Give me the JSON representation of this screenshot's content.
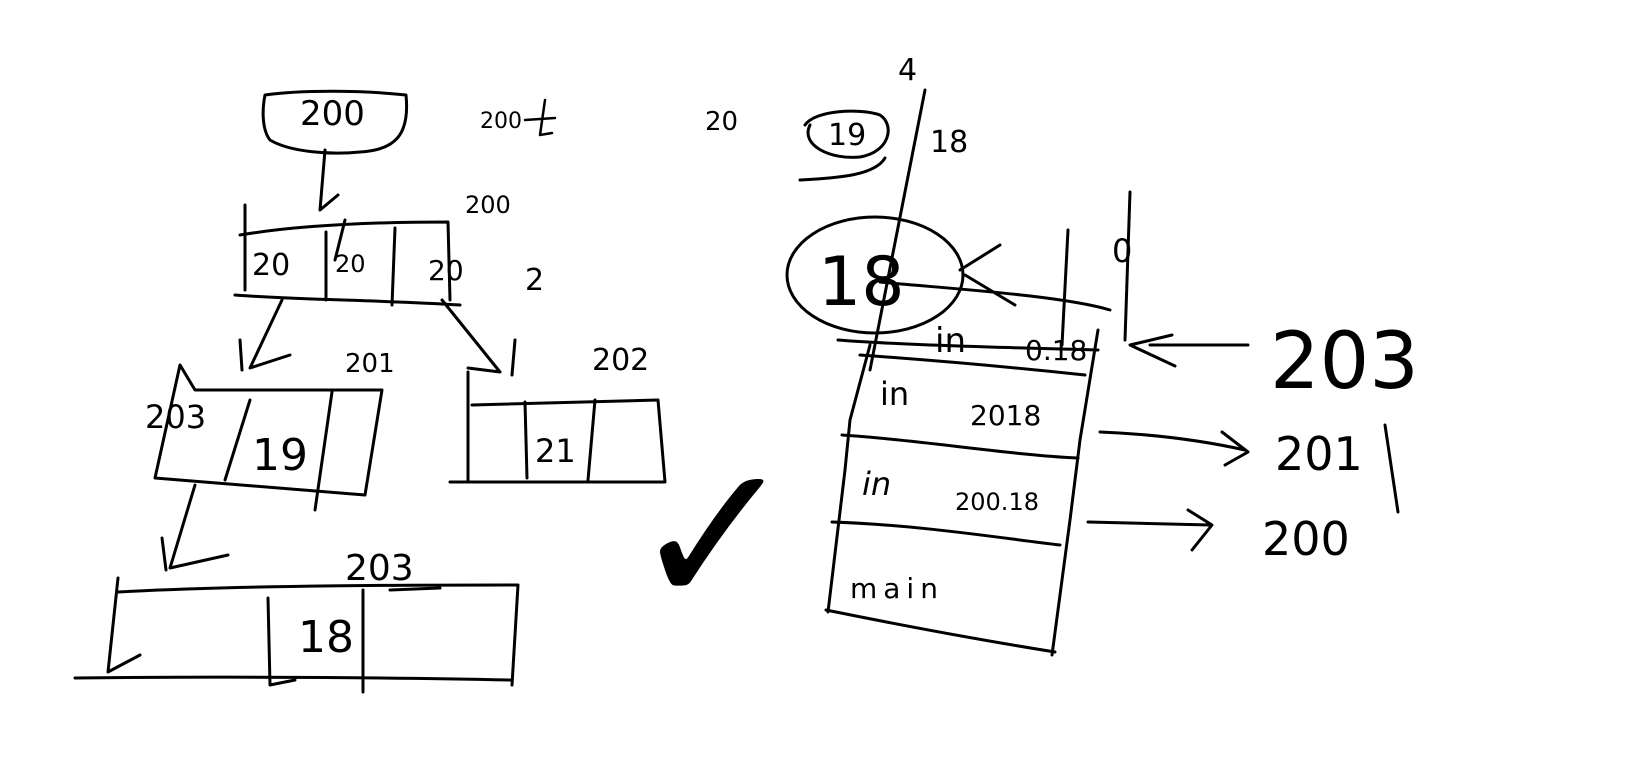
{
  "tree": {
    "root_node": "200",
    "root_note_1": "200",
    "root_note_2": "20",
    "root_note_3": "19",
    "root_note_4": "18",
    "root_address": "200",
    "level1": {
      "cell1": "20",
      "cell2": "20",
      "cell3": "20",
      "tail": "2"
    },
    "level2_left_address": "201",
    "level2_right_address": "202",
    "left_block": {
      "label": "203",
      "cell": "19"
    },
    "right_block": {
      "cell": "21"
    },
    "bottom_block": {
      "address": "203",
      "cell": "18"
    }
  },
  "stack": {
    "top_number": "4",
    "circled_value": "18",
    "return_marker": "0",
    "frames": [
      {
        "name": "in",
        "value": "0.18"
      },
      {
        "name": "in",
        "value": "2018"
      },
      {
        "name": "in",
        "value": "200.18"
      },
      {
        "name": "main",
        "value": ""
      }
    ]
  },
  "pointers": [
    "203",
    "201",
    "200"
  ],
  "check_mark": "✓"
}
